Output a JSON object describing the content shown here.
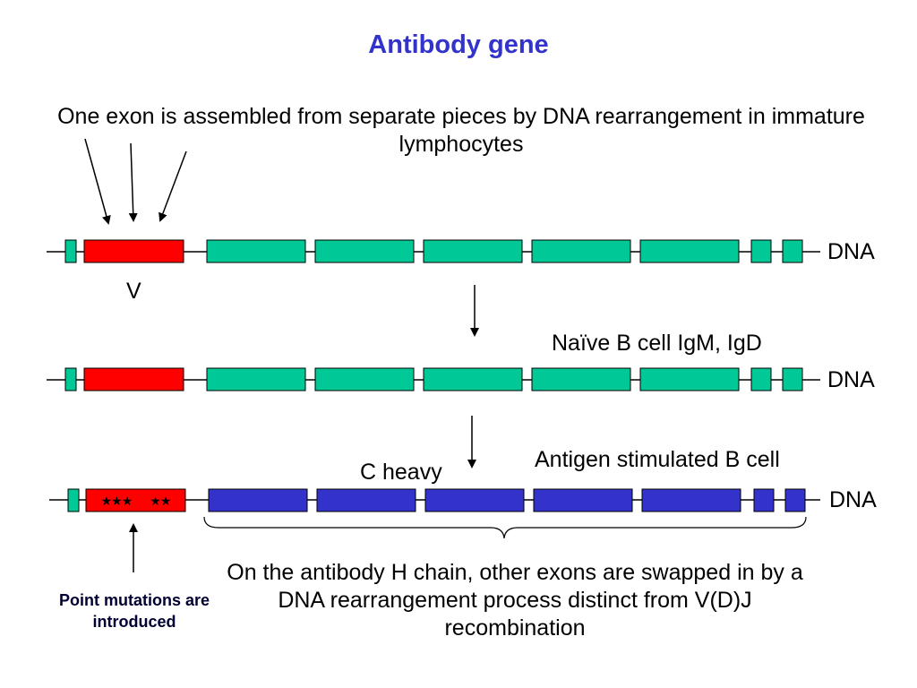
{
  "title": "Antibody gene",
  "intro_text": "One exon is assembled from separate pieces by DNA rearrangement in immature lymphocytes",
  "row1": {
    "dna_label": "DNA",
    "v_label": "V"
  },
  "row2": {
    "caption": "Naïve B cell IgM, IgD",
    "dna_label": "DNA"
  },
  "row3": {
    "caption": "Antigen stimulated B cell",
    "c_heavy_label": "C heavy",
    "dna_label": "DNA",
    "mutation_stars_a": "★★★",
    "mutation_stars_b": "★★"
  },
  "point_mutations": "Point mutations are introduced",
  "bottom_text": "On the antibody H chain, other exons are swapped in by a DNA rearrangement process distinct from V(D)J recombination",
  "colors": {
    "title": "#3333cc",
    "v_exon": "#ff0000",
    "constant_exon_teal": "#00c896",
    "constant_exon_blue": "#3333cc",
    "outline": "#000000"
  }
}
